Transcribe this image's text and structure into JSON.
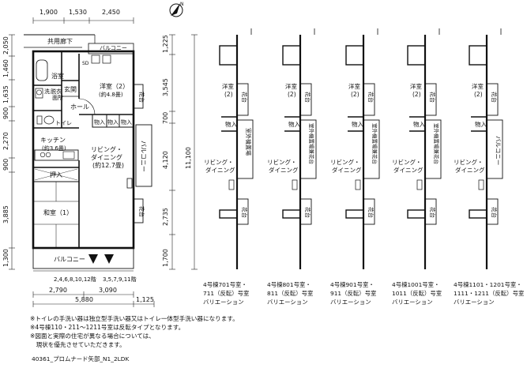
{
  "top_dims": [
    "1,900",
    "1,530",
    "2,450"
  ],
  "left_dims": [
    "2,050",
    "1,460",
    "1,635",
    "900",
    "2,270",
    "900",
    "3,885",
    "1,300"
  ],
  "right_dims": [
    "1,225",
    "3,545",
    "700",
    "4,120",
    "2,735",
    "1,700"
  ],
  "right_total": "11,100",
  "bottom_dims": [
    "2,790",
    "3,090"
  ],
  "bottom_total": "5,880",
  "bottom_extra": "1,125",
  "rooms": {
    "corridor": "共用廊下",
    "balcony_top": "バルコニー",
    "bath": "浴室",
    "wash1": "洗",
    "wash2": "脱衣",
    "wash3": "面所",
    "entrance": "玄関",
    "western": "洋室（2）",
    "western_size": "(約4.8畳)",
    "hall": "ホール",
    "toilet": "トイレ",
    "storage": "物入",
    "kitchen": "キッチン",
    "kitchen_size": "(約3.6畳)",
    "living1": "リビング・",
    "living2": "ダイニング",
    "living_size": "(約12.7畳)",
    "oshiire": "押入",
    "japanese": "和室（1）",
    "flower": "花台",
    "balcony_side": "バルコニー",
    "balcony_bottom": "バルコニー",
    "sd": "SD"
  },
  "unit_notes": {
    "a": "2,4,6,8,10,12階",
    "b": "3,5,7,9,11階"
  },
  "variations": [
    {
      "western": "洋室",
      "num": "(2)",
      "storage": "物入",
      "outdoor": "室外機置場",
      "living1": "リビング・",
      "living2": "ダイニング",
      "line1": "4号棟701号室・",
      "line2": "711（反転）号室",
      "line3": "バリエーション"
    },
    {
      "western": "洋室",
      "num": "(2)",
      "storage": "物入",
      "outdoor": "室外機置場兼花台",
      "living1": "リビング・",
      "living2": "ダイニング",
      "line1": "4号棟801号室・",
      "line2": "811（反転）号室",
      "line3": "バリエーション"
    },
    {
      "western": "洋室",
      "num": "(2)",
      "storage": "物入",
      "outdoor": "室外機置場兼花台",
      "living1": "リビング・",
      "living2": "ダイニング",
      "line1": "4号棟901号室・",
      "line2": "911（反転）号室",
      "line3": "バリエーション"
    },
    {
      "western": "洋室",
      "num": "(2)",
      "storage": "物入",
      "outdoor": "室外機置場兼花台",
      "living1": "リビング・",
      "living2": "ダイニング",
      "line1": "4号棟1001号室・",
      "line2": "1011（反転）号室",
      "line3": "バリエーション"
    },
    {
      "western": "洋室",
      "num": "(2)",
      "storage": "物入",
      "outdoor": "バルコニー",
      "living1": "リビング・",
      "living2": "ダイニング",
      "line1": "4号棟1101・1201号室・",
      "line2": "1111・1211（反転）号室",
      "line3": "バリエーション"
    }
  ],
  "notes": [
    "※トイレの手洗い器は独立型手洗い器又はトイレ一体型手洗い器になります。",
    "※4号棟110・211〜1211号室は反転タイプとなります。",
    "※図面と実際の住宅が異なる場合については、",
    "　現状を優先させていただきます。"
  ],
  "code": "40361_プロムナード矢部_N1_2LDK",
  "compass": "N"
}
